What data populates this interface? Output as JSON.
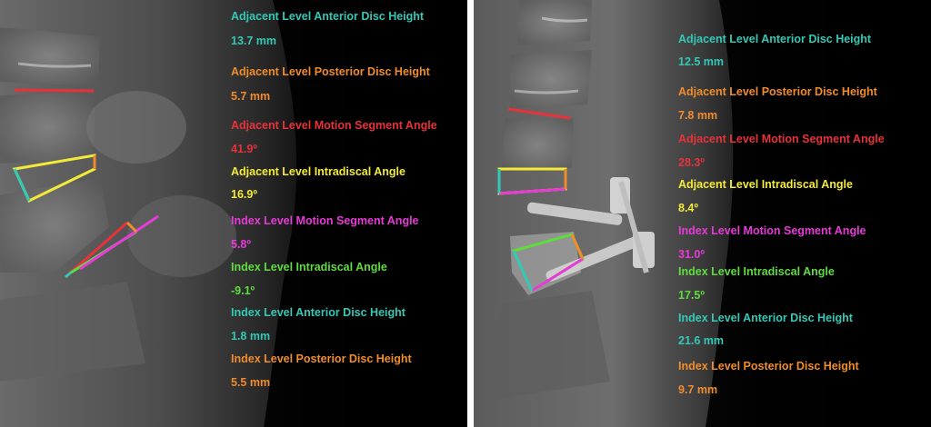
{
  "left_panel": {
    "adjacent_anterior_disc_height": {
      "label": "Adjacent Level Anterior Disc Height",
      "value": "13.7 mm"
    },
    "adjacent_posterior_disc_height": {
      "label": "Adjacent Level Posterior Disc Height",
      "value": "5.7 mm"
    },
    "adjacent_motion_segment_angle": {
      "label": "Adjacent Level Motion Segment Angle",
      "value": "41.9º"
    },
    "adjacent_intradiscal_angle": {
      "label": "Adjacent Level Intradiscal Angle",
      "value": "16.9º"
    },
    "index_motion_segment_angle": {
      "label": "Index Level Motion Segment Angle",
      "value": "5.8º"
    },
    "index_intradiscal_angle": {
      "label": "Index Level Intradiscal Angle",
      "value": "-9.1º"
    },
    "index_anterior_disc_height": {
      "label": "Index Level Anterior Disc Height",
      "value": "1.8 mm"
    },
    "index_posterior_disc_height": {
      "label": "Index Level Posterior Disc Height",
      "value": "5.5 mm"
    }
  },
  "right_panel": {
    "adjacent_anterior_disc_height": {
      "label": "Adjacent Level Anterior Disc Height",
      "value": "12.5 mm"
    },
    "adjacent_posterior_disc_height": {
      "label": "Adjacent Level Posterior Disc Height",
      "value": "7.8 mm"
    },
    "adjacent_motion_segment_angle": {
      "label": "Adjacent Level Motion Segment Angle",
      "value": "28.3º"
    },
    "adjacent_intradiscal_angle": {
      "label": "Adjacent Level Intradiscal Angle",
      "value": "8.4º"
    },
    "index_motion_segment_angle": {
      "label": "Index Level Motion Segment Angle",
      "value": "31.0º"
    },
    "index_intradiscal_angle": {
      "label": "Index Level Intradiscal Angle",
      "value": "17.5º"
    },
    "index_anterior_disc_height": {
      "label": "Index Level Anterior Disc Height",
      "value": "21.6 mm"
    },
    "index_posterior_disc_height": {
      "label": "Index Level  Posterior Disc Height",
      "value": "9.7 mm"
    }
  },
  "colors": {
    "anterior_disc_height": "#33c9b6",
    "posterior_disc_height": "#f08c2c",
    "motion_segment_angle_adjacent": "#e8323a",
    "intradiscal_angle_adjacent": "#f3ea3a",
    "motion_segment_angle_index": "#e83ad8",
    "intradiscal_angle_index": "#5fdc3e"
  }
}
